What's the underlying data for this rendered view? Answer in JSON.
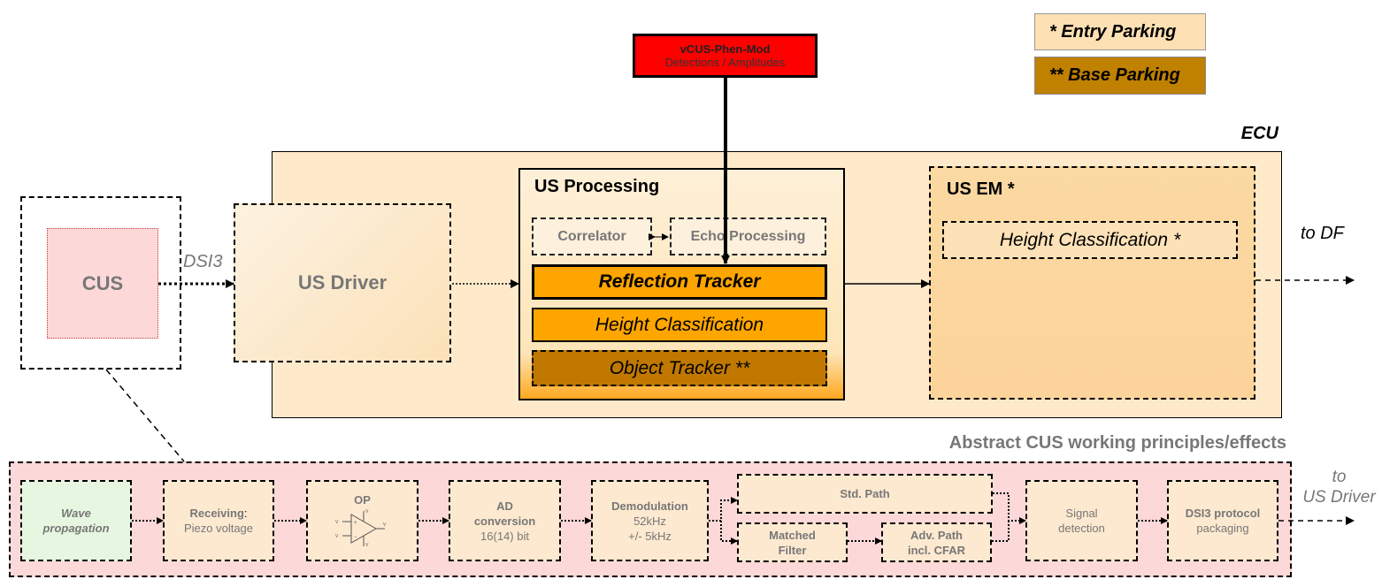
{
  "legend": {
    "entry": "* Entry Parking",
    "base": "** Base Parking",
    "colors": {
      "entry": "#fde0b3",
      "base": "#c08000"
    }
  },
  "vcus": {
    "title": "vCUS-Phen-Mod",
    "subtitle": "Detections / Amplitudes",
    "color": "#ff0000"
  },
  "ecu": {
    "label": "ECU"
  },
  "cus": {
    "label": "CUS",
    "interface": "DSI3"
  },
  "us_driver": {
    "label": "US Driver"
  },
  "us_processing": {
    "title": "US Processing",
    "correlator": "Correlator",
    "echo": "Echo Processing",
    "reflection": "Reflection Tracker",
    "height": "Height Classification",
    "object": "Object Tracker **"
  },
  "us_em": {
    "title": "US EM *",
    "height": "Height Classification *"
  },
  "outputs": {
    "to_df": "to DF",
    "to_driver_line1": "to",
    "to_driver_line2": "US Driver"
  },
  "abstract": {
    "title": "Abstract CUS working principles/effects",
    "wave": [
      "Wave",
      "propagation"
    ],
    "receiving": [
      "Receiving",
      ":",
      "Piezo voltage"
    ],
    "op": {
      "label": "OP",
      "pins": [
        "V",
        "V",
        "V",
        "V",
        "V"
      ]
    },
    "ad": [
      "AD",
      "conversion",
      "16(14) bit"
    ],
    "demod": [
      "Demodulation",
      "52kHz",
      "+/- 5kHz"
    ],
    "std": "Std. Path",
    "matched": [
      "Matched",
      "Filter"
    ],
    "adv": [
      "Adv. Path",
      "incl. CFAR"
    ],
    "signal": [
      "Signal",
      "detection"
    ],
    "dsi3": [
      "DSI3 protocol",
      "packaging"
    ]
  }
}
